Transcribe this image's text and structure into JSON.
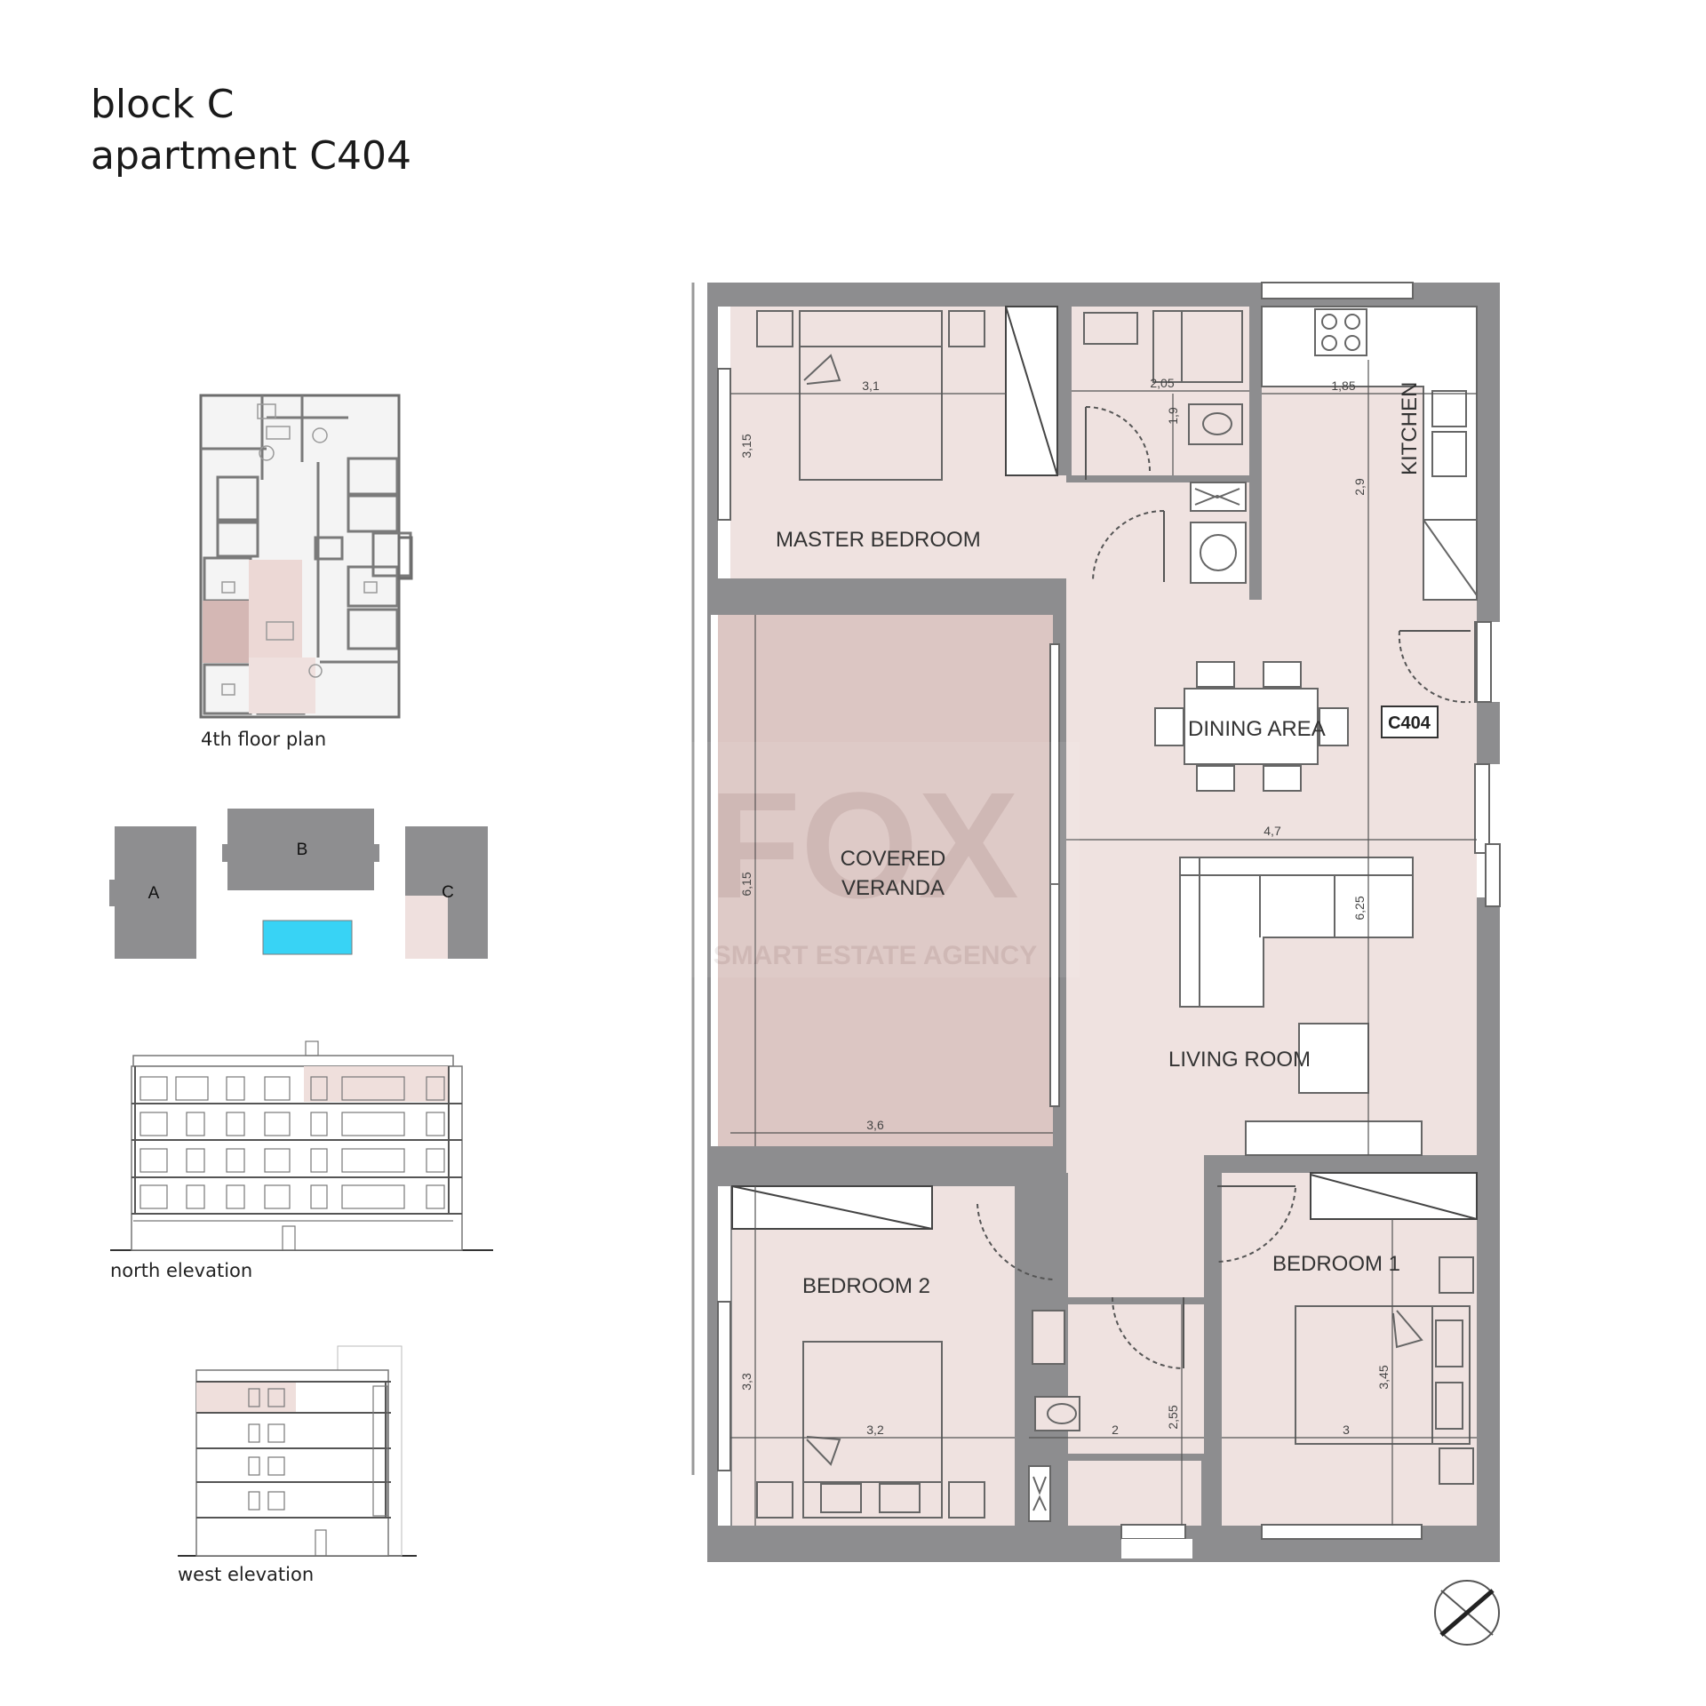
{
  "header": {
    "block": "block C",
    "apartment": "apartment C404"
  },
  "thumbnails": {
    "floor_plan_caption": "4th floor plan",
    "site_labels": [
      "A",
      "B",
      "C"
    ],
    "north_caption": "north elevation",
    "west_caption": "west elevation"
  },
  "plan": {
    "rooms": {
      "master_bedroom": "MASTER BEDROOM",
      "kitchen": "KITCHEN",
      "dining_area": "DINING AREA",
      "veranda_line1": "COVERED",
      "veranda_line2": "VERANDA",
      "living_room": "LIVING ROOM",
      "bedroom_2": "BEDROOM 2",
      "bedroom_1": "BEDROOM 1"
    },
    "unit_tag": "C404",
    "dimensions": {
      "mb_width": "3,1",
      "mb_depth": "3,15",
      "bath_width": "2,05",
      "bath_depth": "1,9",
      "kitchen_width": "1,85",
      "kitchen_depth": "2,9",
      "dining_width": "4,7",
      "living_depth": "6,25",
      "veranda_depth": "6,15",
      "veranda_width": "3,6",
      "b2_depth": "3,3",
      "b2_width": "3,2",
      "bath2_width": "2",
      "bath2_depth": "2,55",
      "b1_depth": "3,45",
      "b1_width": "3"
    },
    "watermark": {
      "brand": "FOX",
      "tagline": "SMART ESTATE AGENCY"
    },
    "colors": {
      "wall": "#8d8d8f",
      "floor": "#efe2e0",
      "veranda": "#dcc6c3",
      "pool": "#38d3f5",
      "building": "#8e8e90"
    }
  }
}
